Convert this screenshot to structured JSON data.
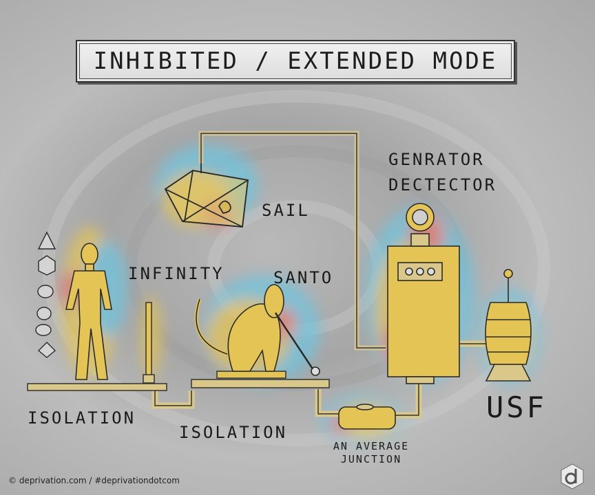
{
  "title": "INHIBITED / EXTENDED MODE",
  "labels": {
    "sail": "SAIL",
    "generator_line1": "GENRATOR",
    "generator_line2": "DECTECTOR",
    "infinity": "INFINITY",
    "santo": "SANTO",
    "isolation_left": "ISOLATION",
    "isolation_center": "ISOLATION",
    "junction_line1": "AN AVERAGE",
    "junction_line2": "JUNCTION",
    "usf": "USF"
  },
  "footer": "© deprivation.com / #deprivationdotcom",
  "icons": [
    "cone-icon",
    "cube-icon",
    "cylinder-icon",
    "sphere-icon",
    "octahedron-icon",
    "deprivation-logo-icon"
  ],
  "colors": {
    "background": "#b3b3b3",
    "pipe": "#d9c88a",
    "figure_fill": "#e3c455",
    "accent_blue": "#6fc4de",
    "accent_red": "#e57a6a",
    "ink": "#1a1a1a"
  }
}
